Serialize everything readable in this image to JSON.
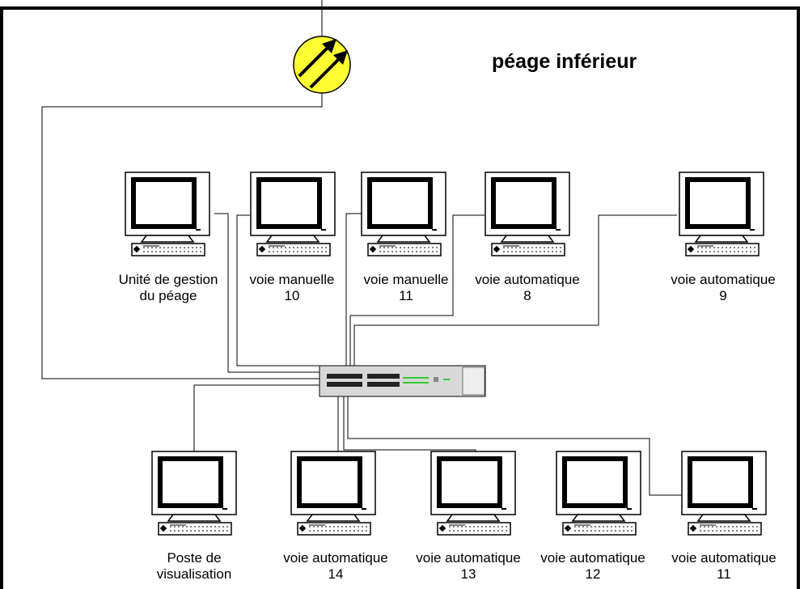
{
  "title": "péage inférieur",
  "nodes": {
    "gestion": {
      "line1": "Unité de gestion",
      "line2": "du péage"
    },
    "manuelle_10": {
      "line1": "voie manuelle",
      "line2": "10"
    },
    "manuelle_11": {
      "line1": "voie manuelle",
      "line2": "11"
    },
    "auto_8": {
      "line1": "voie automatique",
      "line2": "8"
    },
    "auto_9": {
      "line1": "voie automatique",
      "line2": "9"
    },
    "poste": {
      "line1": "Poste de",
      "line2": "visualisation"
    },
    "auto_14": {
      "line1": "voie automatique",
      "line2": "14"
    },
    "auto_13": {
      "line1": "voie automatique",
      "line2": "13"
    },
    "auto_12": {
      "line1": "voie automatique",
      "line2": "12"
    },
    "auto_11": {
      "line1": "voie automatique",
      "line2": "11"
    }
  },
  "colors": {
    "frame": "#000000",
    "router": "#ffff33",
    "switch": "#d8d8d8",
    "switch_led": "#33cc33"
  },
  "icons": {
    "router": "router-icon",
    "switch": "network-switch-icon",
    "computer": "computer-icon"
  }
}
